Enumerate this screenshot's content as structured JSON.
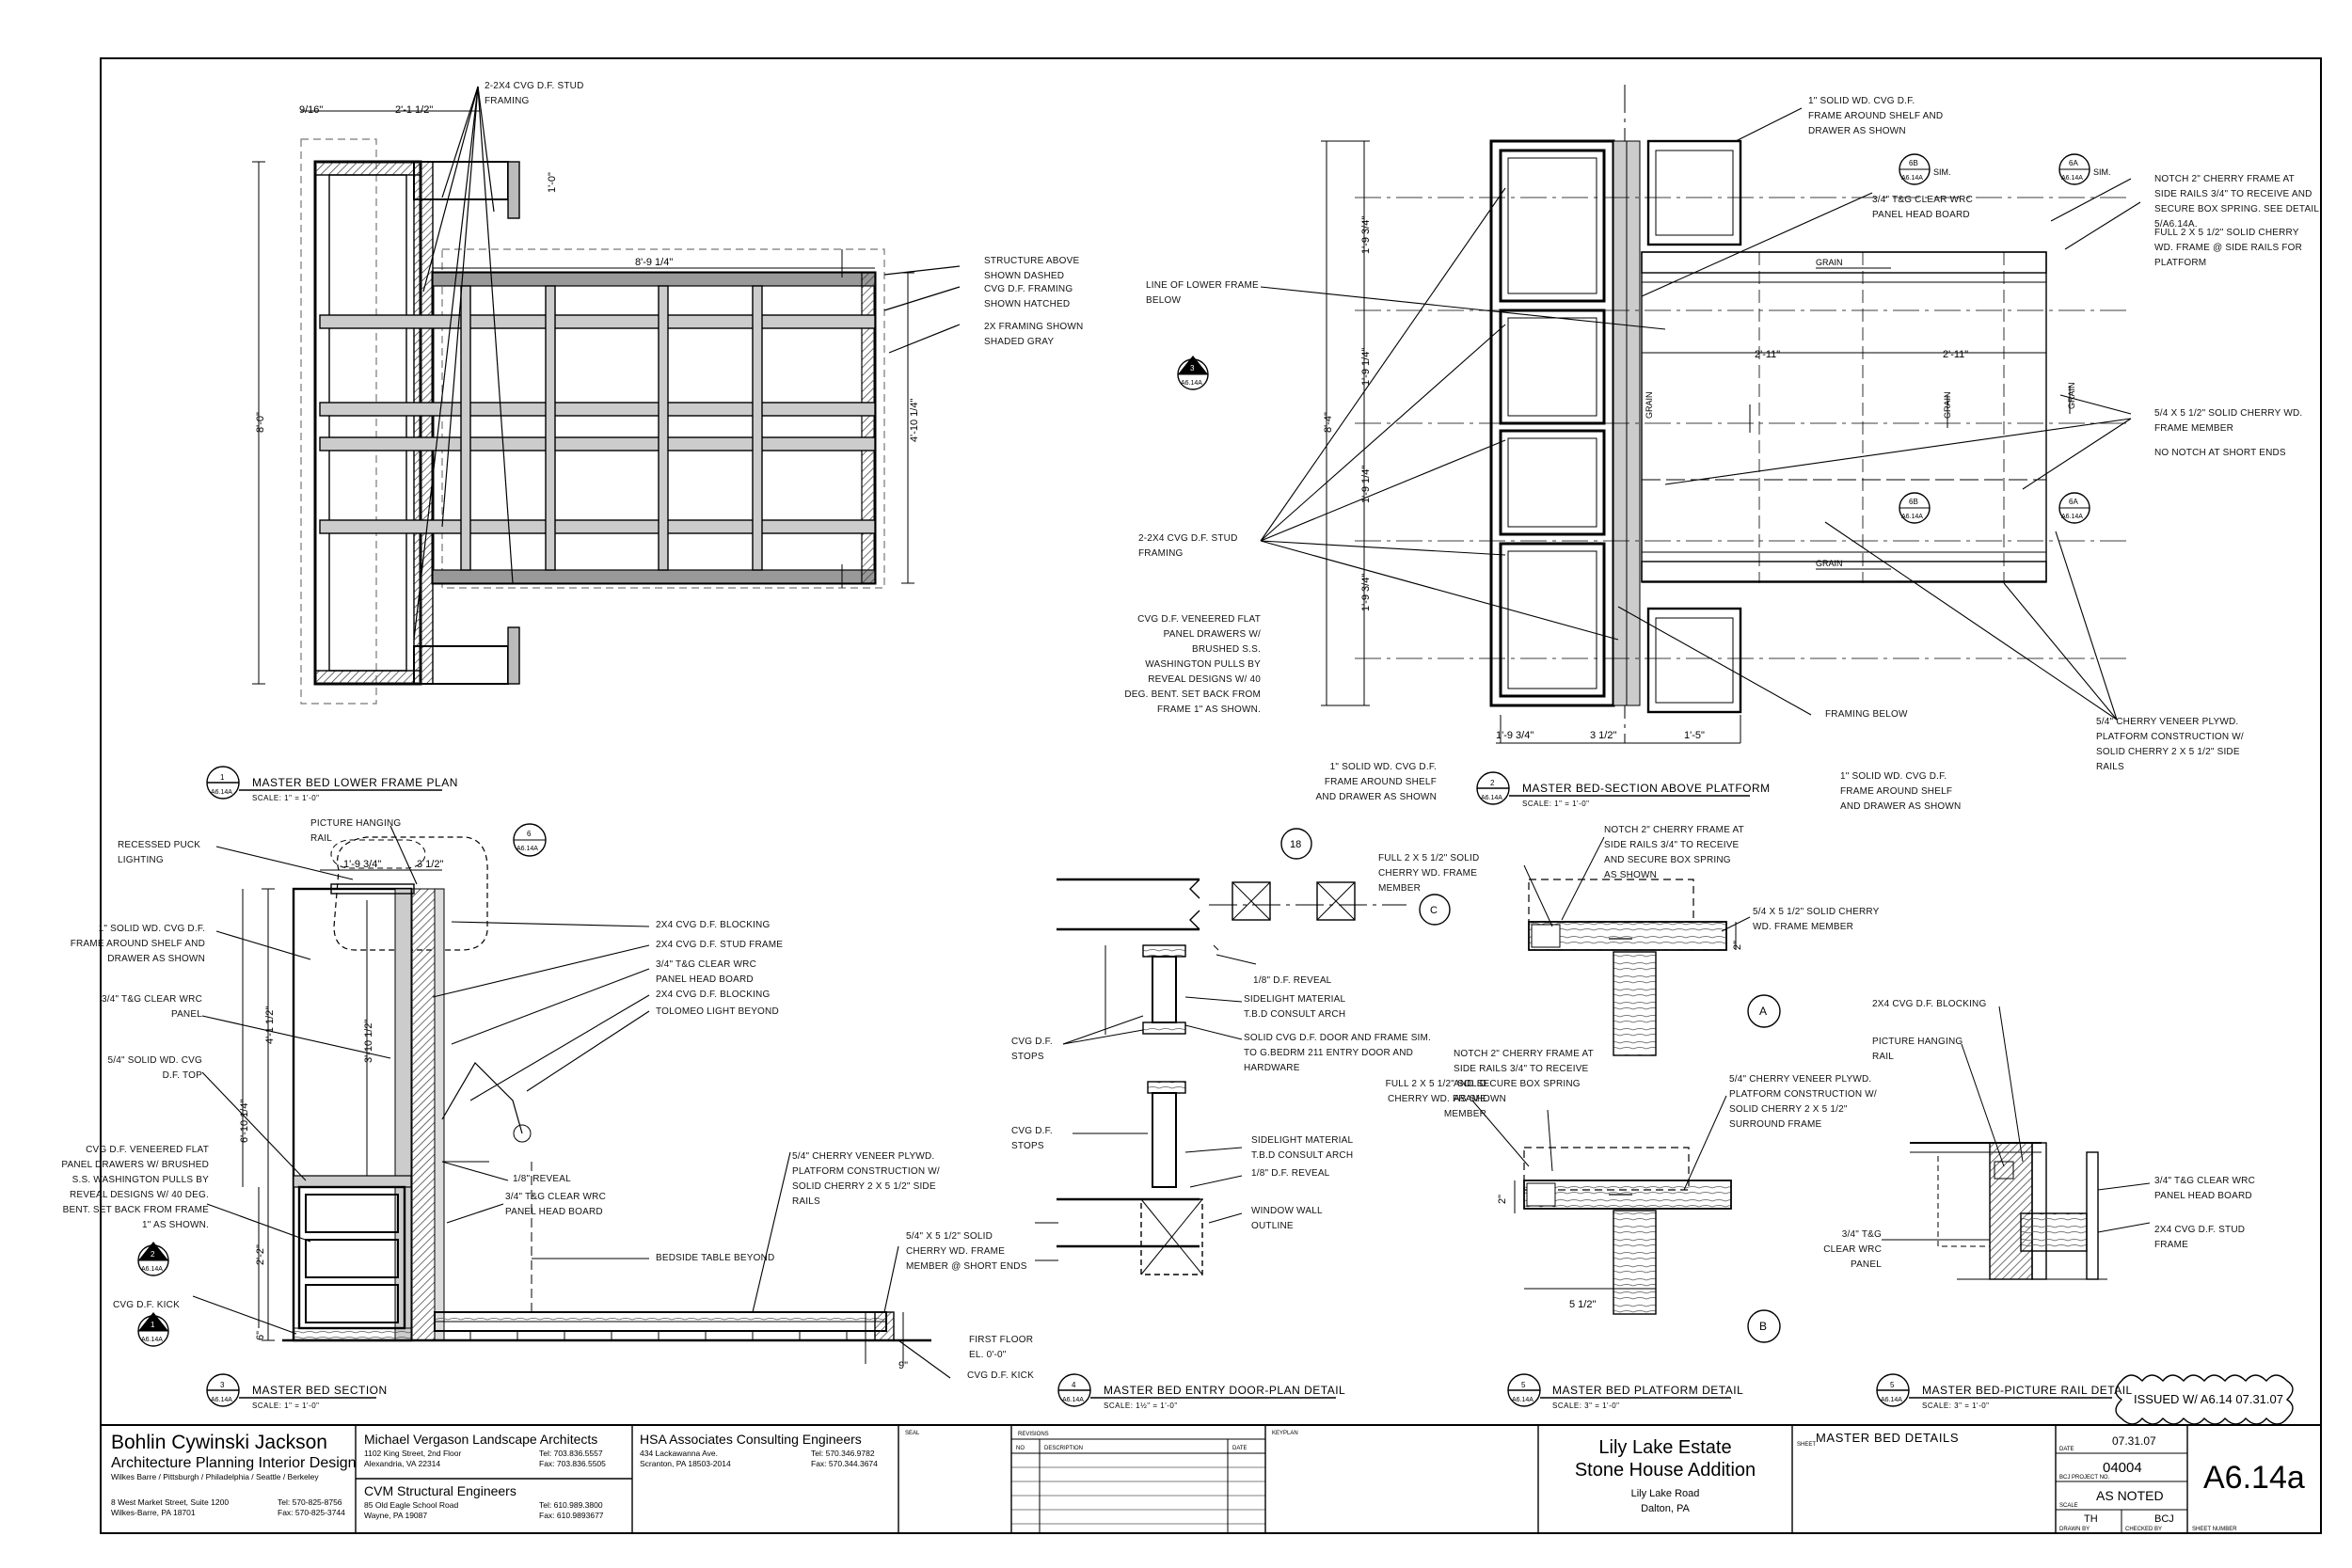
{
  "drawings": {
    "d1": {
      "num": "1",
      "ref": "A6.14A",
      "title": "MASTER BED LOWER FRAME PLAN",
      "scale": "SCALE: 1\" = 1'-0\""
    },
    "d2": {
      "num": "2",
      "ref": "A6.14A",
      "title": "MASTER BED-SECTION ABOVE PLATFORM",
      "scale": "SCALE: 1\" = 1'-0\""
    },
    "d3": {
      "num": "3",
      "ref": "A6.14A",
      "title": "MASTER BED SECTION",
      "scale": "SCALE: 1\" = 1'-0\""
    },
    "d4": {
      "num": "4",
      "ref": "A6.14A",
      "title": "MASTER BED ENTRY DOOR-PLAN DETAIL",
      "scale": "SCALE: 1½\" = 1'-0\""
    },
    "d5": {
      "num": "5",
      "ref": "A6.14A",
      "title": "MASTER BED PLATFORM DETAIL",
      "scale": "SCALE: 3\" = 1'-0\""
    },
    "d6": {
      "num": "5",
      "ref": "A6.14A",
      "title": "MASTER BED-PICTURE RAIL DETAIL",
      "scale": "SCALE: 3\" = 1'-0\""
    }
  },
  "notes": {
    "p1_stud": "2-2X4 CVG D.F. STUD FRAMING",
    "p1_above": "STRUCTURE ABOVE SHOWN DASHED",
    "p1_hatched": "CVG D.F. FRAMING SHOWN HATCHED",
    "p1_gray": "2X FRAMING SHOWN SHADED GRAY",
    "s2_frame_top": "1\" SOLID WD. CVG D.F. FRAME AROUND SHELF AND DRAWER AS SHOWN",
    "s2_tg": "3/4\" T&G CLEAR WRC PANEL HEAD BOARD",
    "s2_notch": "NOTCH 2\" CHERRY FRAME AT SIDE RAILS 3/4\" TO RECEIVE AND SECURE BOX SPRING. SEE DETAIL 5/A6.14A.",
    "s2_full": "FULL 2 X 5 1/2\" SOLID CHERRY WD. FRAME @ SIDE RAILS FOR PLATFORM",
    "s2_lower": "LINE OF LOWER FRAME BELOW",
    "s2_54": "5/4 X 5 1/2\" SOLID CHERRY WD. FRAME MEMBER",
    "s2_nonotch": "NO NOTCH AT SHORT ENDS",
    "s2_stud": "2-2X4 CVG D.F. STUD FRAMING",
    "s2_drawers": "CVG D.F. VENEERED FLAT PANEL DRAWERS W/ BRUSHED S.S. WASHINGTON PULLS BY REVEAL DESIGNS W/ 40 DEG. BENT. SET BACK FROM FRAME 1\" AS SHOWN.",
    "s2_framing": "FRAMING BELOW",
    "s2_veneer": "5/4\" CHERRY VENEER PLYWD. PLATFORM CONSTRUCTION W/ SOLID CHERRY 2 X 5 1/2\" SIDE RAILS",
    "s2_frame_bl": "1\" SOLID WD. CVG D.F. FRAME AROUND SHELF AND DRAWER AS SHOWN",
    "s2_frame_br": "1\" SOLID WD. CVG D.F. FRAME AROUND SHELF AND DRAWER AS SHOWN",
    "s3_pic": "PICTURE HANGING RAIL",
    "s3_puck": "RECESSED PUCK LIGHTING",
    "s3_frame": "1\" SOLID WD. CVG D.F. FRAME AROUND SHELF AND DRAWER AS SHOWN",
    "s3_tg": "3/4\" T&G CLEAR WRC PANEL",
    "s3_top": "5/4\" SOLID WD. CVG D.F. TOP",
    "s3_drawers": "CVG D.F. VENEERED FLAT PANEL DRAWERS W/ BRUSHED S.S. WASHINGTON PULLS BY REVEAL DESIGNS W/ 40 DEG. BENT. SET BACK FROM FRAME 1\" AS SHOWN.",
    "s3_kick": "CVG D.F. KICK",
    "s3_blocking1": "2X4 CVG D.F. BLOCKING",
    "s3_studframe": "2X4 CVG D.F. STUD FRAME",
    "s3_tghead": "3/4\" T&G CLEAR WRC PANEL HEAD BOARD",
    "s3_blocking2": "2X4 CVG D.F. BLOCKING",
    "s3_tolomeo": "TOLOMEO LIGHT BEYOND",
    "s3_reveal": "1/8\" REVEAL",
    "s3_tghead2": "3/4\" T&G CLEAR WRC PANEL HEAD BOARD",
    "s3_bedside": "BEDSIDE TABLE BEYOND",
    "s3_veneer": "5/4\" CHERRY VENEER PLYWD. PLATFORM CONSTRUCTION W/ SOLID CHERRY 2 X 5 1/2\" SIDE RAILS",
    "s3_54": "5/4\" X 5 1/2\" SOLID CHERRY WD. FRAME MEMBER @ SHORT ENDS",
    "s3_floor": "FIRST FLOOR EL. 0'-0\"",
    "s3_kick2": "CVG D.F. KICK",
    "d4_reveal": "1/8\" D.F. REVEAL",
    "d4_stops": "CVG D.F. STOPS",
    "d4_sidelight": "SIDELIGHT MATERIAL T.B.D CONSULT ARCH",
    "d4_door": "SOLID CVG D.F. DOOR AND FRAME SIM. TO G.BEDRM 211 ENTRY DOOR AND HARDWARE",
    "d4_stops2": "CVG D.F. STOPS",
    "d4_sidelight2": "SIDELIGHT MATERIAL T.B.D CONSULT ARCH",
    "d4_reveal2": "1/8\" D.F. REVEAL",
    "d4_window": "WINDOW WALL OUTLINE",
    "d5_full": "FULL 2 X 5 1/2\" SOLID CHERRY WD. FRAME MEMBER",
    "d5_notch": "NOTCH 2\" CHERRY FRAME AT SIDE RAILS 3/4\" TO RECEIVE AND SECURE BOX SPRING AS SHOWN",
    "d5_54": "5/4 X 5 1/2\" SOLID CHERRY WD. FRAME MEMBER",
    "d5_notch2": "NOTCH 2\" CHERRY FRAME AT SIDE RAILS 3/4\" TO RECEIVE AND SECURE BOX SPRING AS SHOWN",
    "d5_full2": "FULL 2 X 5 1/2\" SOLID CHERRY WD. FRAME MEMBER",
    "d5_veneer": "5/4\" CHERRY VENEER PLYWD. PLATFORM CONSTRUCTION W/ SOLID CHERRY 2 X 5 1/2\" SURROUND FRAME",
    "d6_blocking": "2X4 CVG D.F. BLOCKING",
    "d6_pic": "PICTURE HANGING RAIL",
    "d6_tg": "3/4\" T&G CLEAR WRC PANEL HEAD BOARD",
    "d6_tg2": "3/4\" T&G CLEAR WRC PANEL",
    "d6_stud": "2X4 CVG D.F. STUD FRAME"
  },
  "markers": {
    "m18": "18",
    "mC": "C",
    "mA": "A",
    "mB": "B",
    "ref6b": "6B",
    "ref6a": "6A",
    "ref_sheet": "A6.14A",
    "ref3": "3",
    "ref2": "2",
    "ref1": "1",
    "ref6": "6",
    "sim": "SIM.",
    "grain": "GRAIN"
  },
  "dims": {
    "p1_a": "9/16\"",
    "p1_b": "2'-1 1/2\"",
    "p1_c": "8'-9 1/4\"",
    "p1_d": "8'-0\"",
    "p1_e": "4'-10 1/4\"",
    "p1_f": "1'-0\"",
    "s2_a": "2'-11\"",
    "s2_b": "2'-11\"",
    "s2_c": "8'-4\"",
    "s2_d": "1'-9 3/4\"",
    "s2_e": "3 1/2\"",
    "s2_f": "1'-5\"",
    "s2_g": "1'-9 1/4\"",
    "s3_a": "1'-9 3/4\"",
    "s3_b": "3 1/2\"",
    "s3_c": "4'-1 1/2\"",
    "s3_d": "6'-10 1/4\"",
    "s3_e": "3'-10 1/2\"",
    "s3_f": "2'-2\"",
    "s3_g": "6\"",
    "s3_h": "9\"",
    "d5_a": "5 1/2\"",
    "d5_b": "2\""
  },
  "issued": "ISSUED W/ A6.14 07.31.07",
  "titleblock": {
    "firm_name": "Bohlin Cywinski Jackson",
    "firm_sub": "Architecture Planning Interior Design",
    "firm_cities": "Wilkes Barre / Pittsburgh / Philadelphia / Seattle / Berkeley",
    "firm_addr1": "8 West Market Street, Suite 1200",
    "firm_addr2": "Wilkes-Barre, PA 18701",
    "firm_tel": "Tel: 570-825-8756",
    "firm_fax": "Fax: 570-825-3744",
    "c1_name": "Michael Vergason Landscape Architects",
    "c1_addr1": "1102 King Street, 2nd Floor",
    "c1_addr2": "Alexandria, VA 22314",
    "c1_tel": "Tel: 703.836.5557",
    "c1_fax": "Fax: 703.836.5505",
    "c2_name": "CVM Structural Engineers",
    "c2_addr1": "85 Old Eagle School Road",
    "c2_addr2": "Wayne, PA 19087",
    "c2_tel": "Tel: 610.989.3800",
    "c2_fax": "Fax: 610.9893677",
    "c3_name": "HSA Associates Consulting Engineers",
    "c3_addr1": "434 Lackawanna Ave.",
    "c3_addr2": "Scranton, PA 18503-2014",
    "c3_tel": "Tel: 570.346.9782",
    "c3_fax": "Fax: 570.344.3674",
    "seal": "SEAL",
    "revisions": "REVISIONS",
    "no": "NO",
    "description": "DESCRIPTION",
    "date_col": "DATE",
    "keyplan": "KEYPLAN",
    "project1": "Lily Lake Estate",
    "project2": "Stone House Addition",
    "address1": "Lily Lake Road",
    "address2": "Dalton, PA",
    "sheet_lbl": "SHEET",
    "sheet_title": "MASTER BED DETAILS",
    "date_lbl": "DATE",
    "date": "07.31.07",
    "proj_lbl": "BCJ PROJECT NO.",
    "proj_no": "04004",
    "scale_lbl": "SCALE",
    "scale": "AS NOTED",
    "drawn_lbl": "DRAWN BY",
    "drawn": "TH",
    "checked_lbl": "CHECKED BY",
    "checked": "BCJ",
    "sheetnum_lbl": "SHEET NUMBER",
    "sheet_number": "A6.14a"
  }
}
